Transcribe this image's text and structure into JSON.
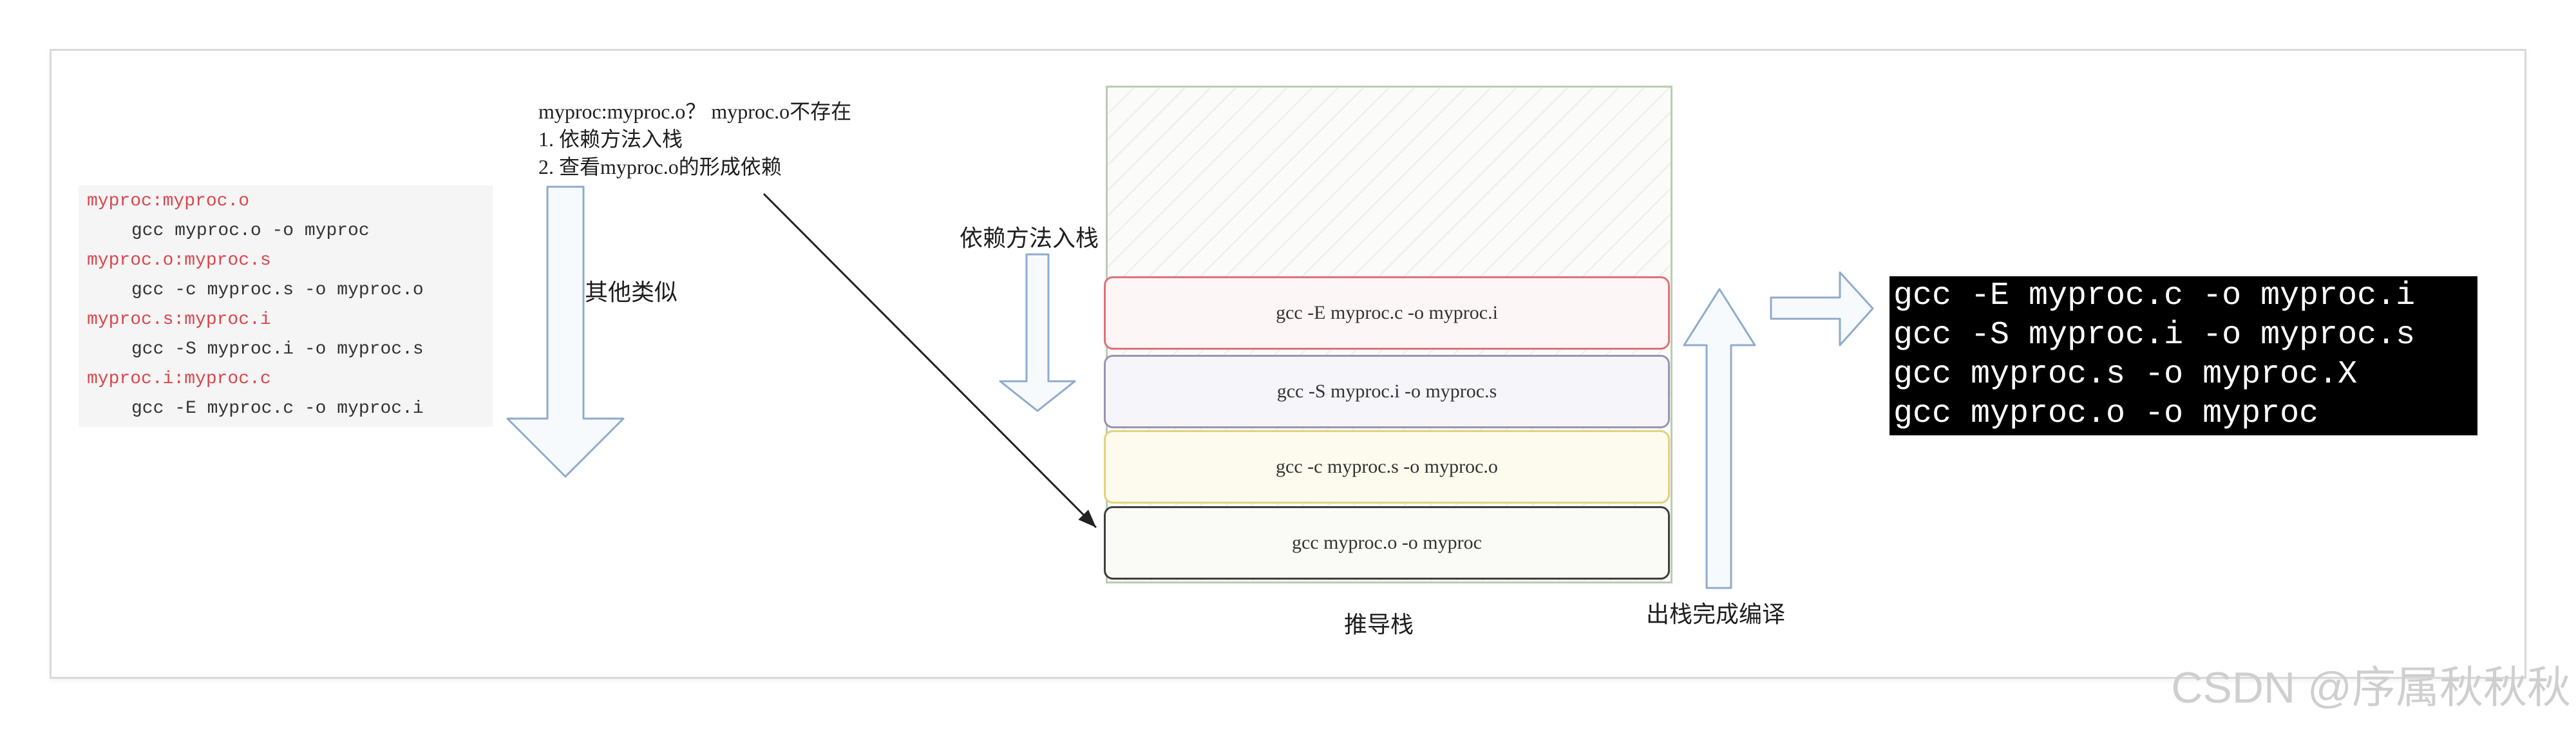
{
  "code_block": {
    "rules": [
      {
        "target": "myproc:myproc.o",
        "command": "gcc myproc.o -o myproc"
      },
      {
        "target": "myproc.o:myproc.s",
        "command": "gcc -c myproc.s -o myproc.o"
      },
      {
        "target": "myproc.s:myproc.i",
        "command": "gcc -S myproc.i -o myproc.s"
      },
      {
        "target": "myproc.i:myproc.c",
        "command": "gcc -E myproc.c -o myproc.i"
      }
    ]
  },
  "note": {
    "line1": "myproc:myproc.o？ myproc.o不存在",
    "line2": "1. 依赖方法入栈",
    "line3": "2. 查看myproc.o的形成依赖"
  },
  "labels": {
    "other_similar": "其他类似",
    "push_dependency": "依赖方法入栈",
    "stack_name": "推导栈",
    "pop_compile": "出栈完成编译"
  },
  "stack": {
    "frames": [
      {
        "text": "gcc -E myproc.c -o myproc.i",
        "border_color": "#e0707a",
        "fill_color": "#fdf6f6"
      },
      {
        "text": "gcc -S myproc.i -o myproc.s",
        "border_color": "#9b93b3",
        "fill_color": "#f6f5f9"
      },
      {
        "text": "gcc -c myproc.s -o myproc.o",
        "border_color": "#e3d27e",
        "fill_color": "#fdfbee"
      },
      {
        "text": "gcc myproc.o -o myproc",
        "border_color": "#3f3f3f",
        "fill_color": "#fafaf6"
      }
    ]
  },
  "terminal": {
    "lines": [
      "gcc -E myproc.c -o myproc.i",
      "gcc -S myproc.i -o myproc.s",
      "gcc myproc.s -o myproc.X",
      "gcc myproc.o -o myproc"
    ]
  },
  "watermark": "CSDN @序属秋秋秋",
  "colors": {
    "rule_target": "#d9474d",
    "arrow_stroke": "#8fabcc",
    "arrow_fill": "#f7fafd",
    "terminal_background": "#000000",
    "terminal_text": "#ffffff"
  }
}
